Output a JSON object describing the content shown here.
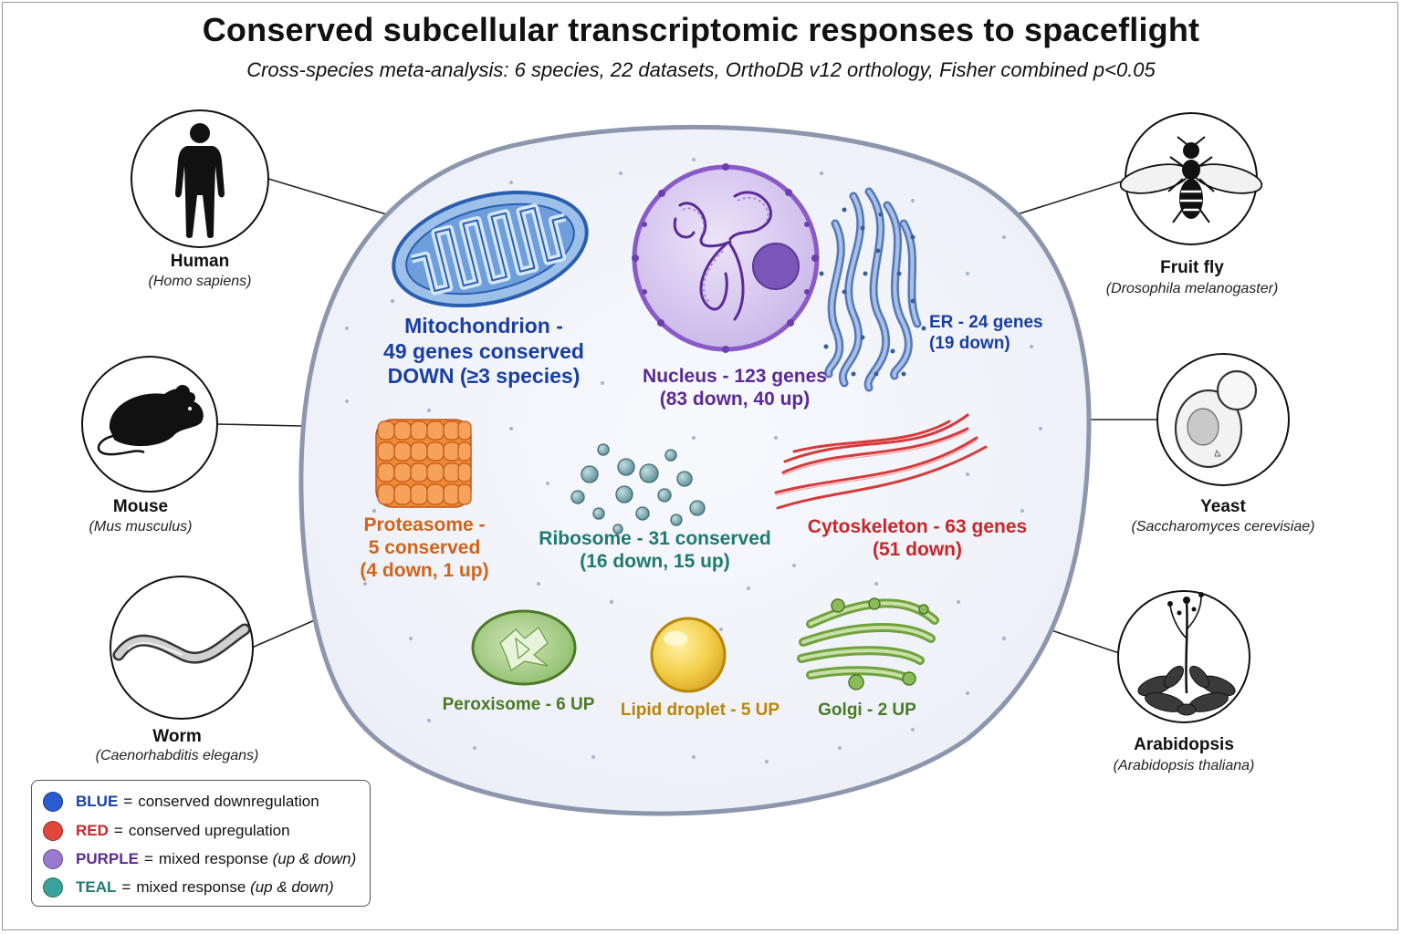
{
  "header": {
    "title": "Conserved subcellular transcriptomic responses to spaceflight",
    "subtitle": "Cross-species meta-analysis: 6 species, 22 datasets, OrthoDB v12 orthology, Fisher combined p<0.05"
  },
  "organisms": [
    {
      "name": "Human",
      "scientific": "(Homo sapiens)",
      "icon": "human-icon"
    },
    {
      "name": "Mouse",
      "scientific": "(Mus musculus)",
      "icon": "mouse-icon"
    },
    {
      "name": "Worm",
      "scientific": "(Caenorhabditis elegans)",
      "icon": "worm-icon"
    },
    {
      "name": "Fruit fly",
      "scientific": "(Drosophila melanogaster)",
      "icon": "fly-icon"
    },
    {
      "name": "Yeast",
      "scientific": "(Saccharomyces cerevisiae)",
      "icon": "yeast-icon"
    },
    {
      "name": "Arabidopsis",
      "scientific": "(Arabidopsis thaliana)",
      "icon": "plant-icon"
    }
  ],
  "organelles": {
    "mitochondrion": {
      "line1": "Mitochondrion -",
      "line2": "49 genes conserved",
      "line3": "DOWN (≥3 species)",
      "color": "#1a3fa3"
    },
    "nucleus": {
      "line1": "Nucleus - 123 genes",
      "line2": "(83 down, 40 up)",
      "color": "#5b2a96"
    },
    "er": {
      "line1": "ER - 24 genes",
      "line2": "(19 down)",
      "color": "#1a3fa3"
    },
    "proteasome": {
      "line1": "Proteasome -",
      "line2": "5 conserved",
      "line3": "(4 down, 1 up)",
      "color": "#d0641a"
    },
    "ribosome": {
      "line1": "Ribosome - 31 conserved",
      "line2": "(16 down, 15 up)",
      "color": "#1f7a70"
    },
    "cytoskeleton": {
      "line1": "Cytoskeleton - 63 genes",
      "line2": "(51 down)",
      "color": "#c8262a"
    },
    "peroxisome": {
      "line1": "Peroxisome - 6 UP",
      "color": "#4b7a26"
    },
    "lipid_droplet": {
      "line1": "Lipid droplet - 5 UP",
      "color": "#b8860b"
    },
    "golgi": {
      "line1": "Golgi - 2 UP",
      "color": "#4b7a26"
    }
  },
  "legend": [
    {
      "key": "BLUE",
      "sep": "=",
      "desc": "conserved downregulation",
      "italic_part": "",
      "color": "#2a5bd0",
      "key_color": "#1a3fa3"
    },
    {
      "key": "RED",
      "sep": "=",
      "desc": "conserved upregulation",
      "italic_part": "",
      "color": "#e0463a",
      "key_color": "#c8262a"
    },
    {
      "key": "PURPLE",
      "sep": "=",
      "desc": "mixed response ",
      "italic_part": "(up & down)",
      "color": "#9a7ad0",
      "key_color": "#5b2a96"
    },
    {
      "key": "TEAL",
      "sep": "=",
      "desc": "mixed response ",
      "italic_part": "(up & down)",
      "color": "#3aa39a",
      "key_color": "#1f7a70"
    }
  ]
}
